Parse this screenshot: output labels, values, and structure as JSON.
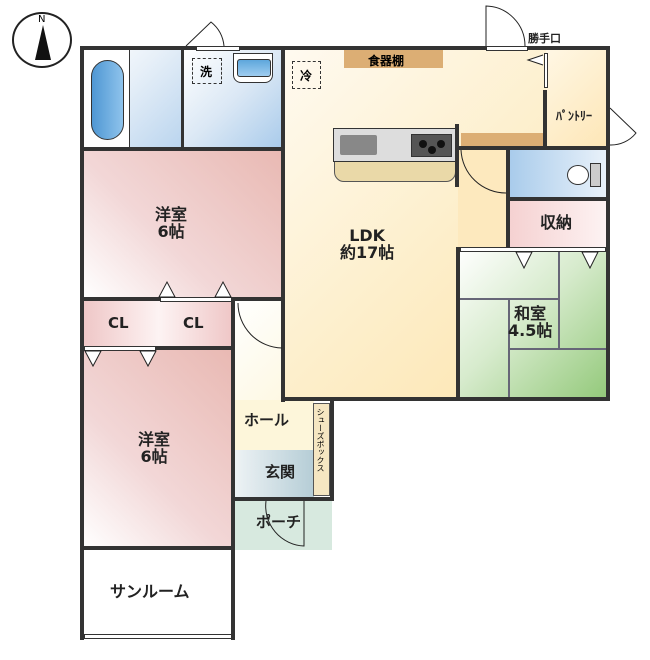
{
  "compass": {
    "label": "N"
  },
  "rooms": {
    "bath": {
      "label": ""
    },
    "washroom": {
      "fixture": "洗"
    },
    "fridge": {
      "label": "冷"
    },
    "cupboard": {
      "label": "食器棚"
    },
    "back_door": {
      "label": "勝手口"
    },
    "pantry": {
      "label": "ﾊﾟﾝﾄﾘｰ"
    },
    "ldk": {
      "label": "LDK\n約17帖"
    },
    "western1": {
      "label": "洋室\n6帖"
    },
    "cl1": {
      "label": "CL"
    },
    "cl2": {
      "label": "CL"
    },
    "western2": {
      "label": "洋室\n6帖"
    },
    "storage": {
      "label": "収納"
    },
    "japanese": {
      "label": "和室\n4.5帖"
    },
    "hall": {
      "label": "ホール"
    },
    "entrance": {
      "label": "玄関"
    },
    "shoebox": {
      "label": "シューズボックス"
    },
    "porch": {
      "label": "ポーチ"
    },
    "sunroom": {
      "label": "サンルーム"
    }
  },
  "colors": {
    "wall": "#333333",
    "bath_blue": "#bcd6ee",
    "western_pink": "#f0cfcf",
    "ldk_yellow": "#fdf0cf",
    "japanese_green": "#b9dba9",
    "porch_green": "#d7e9df",
    "cupboard_wood": "#dcae74"
  }
}
